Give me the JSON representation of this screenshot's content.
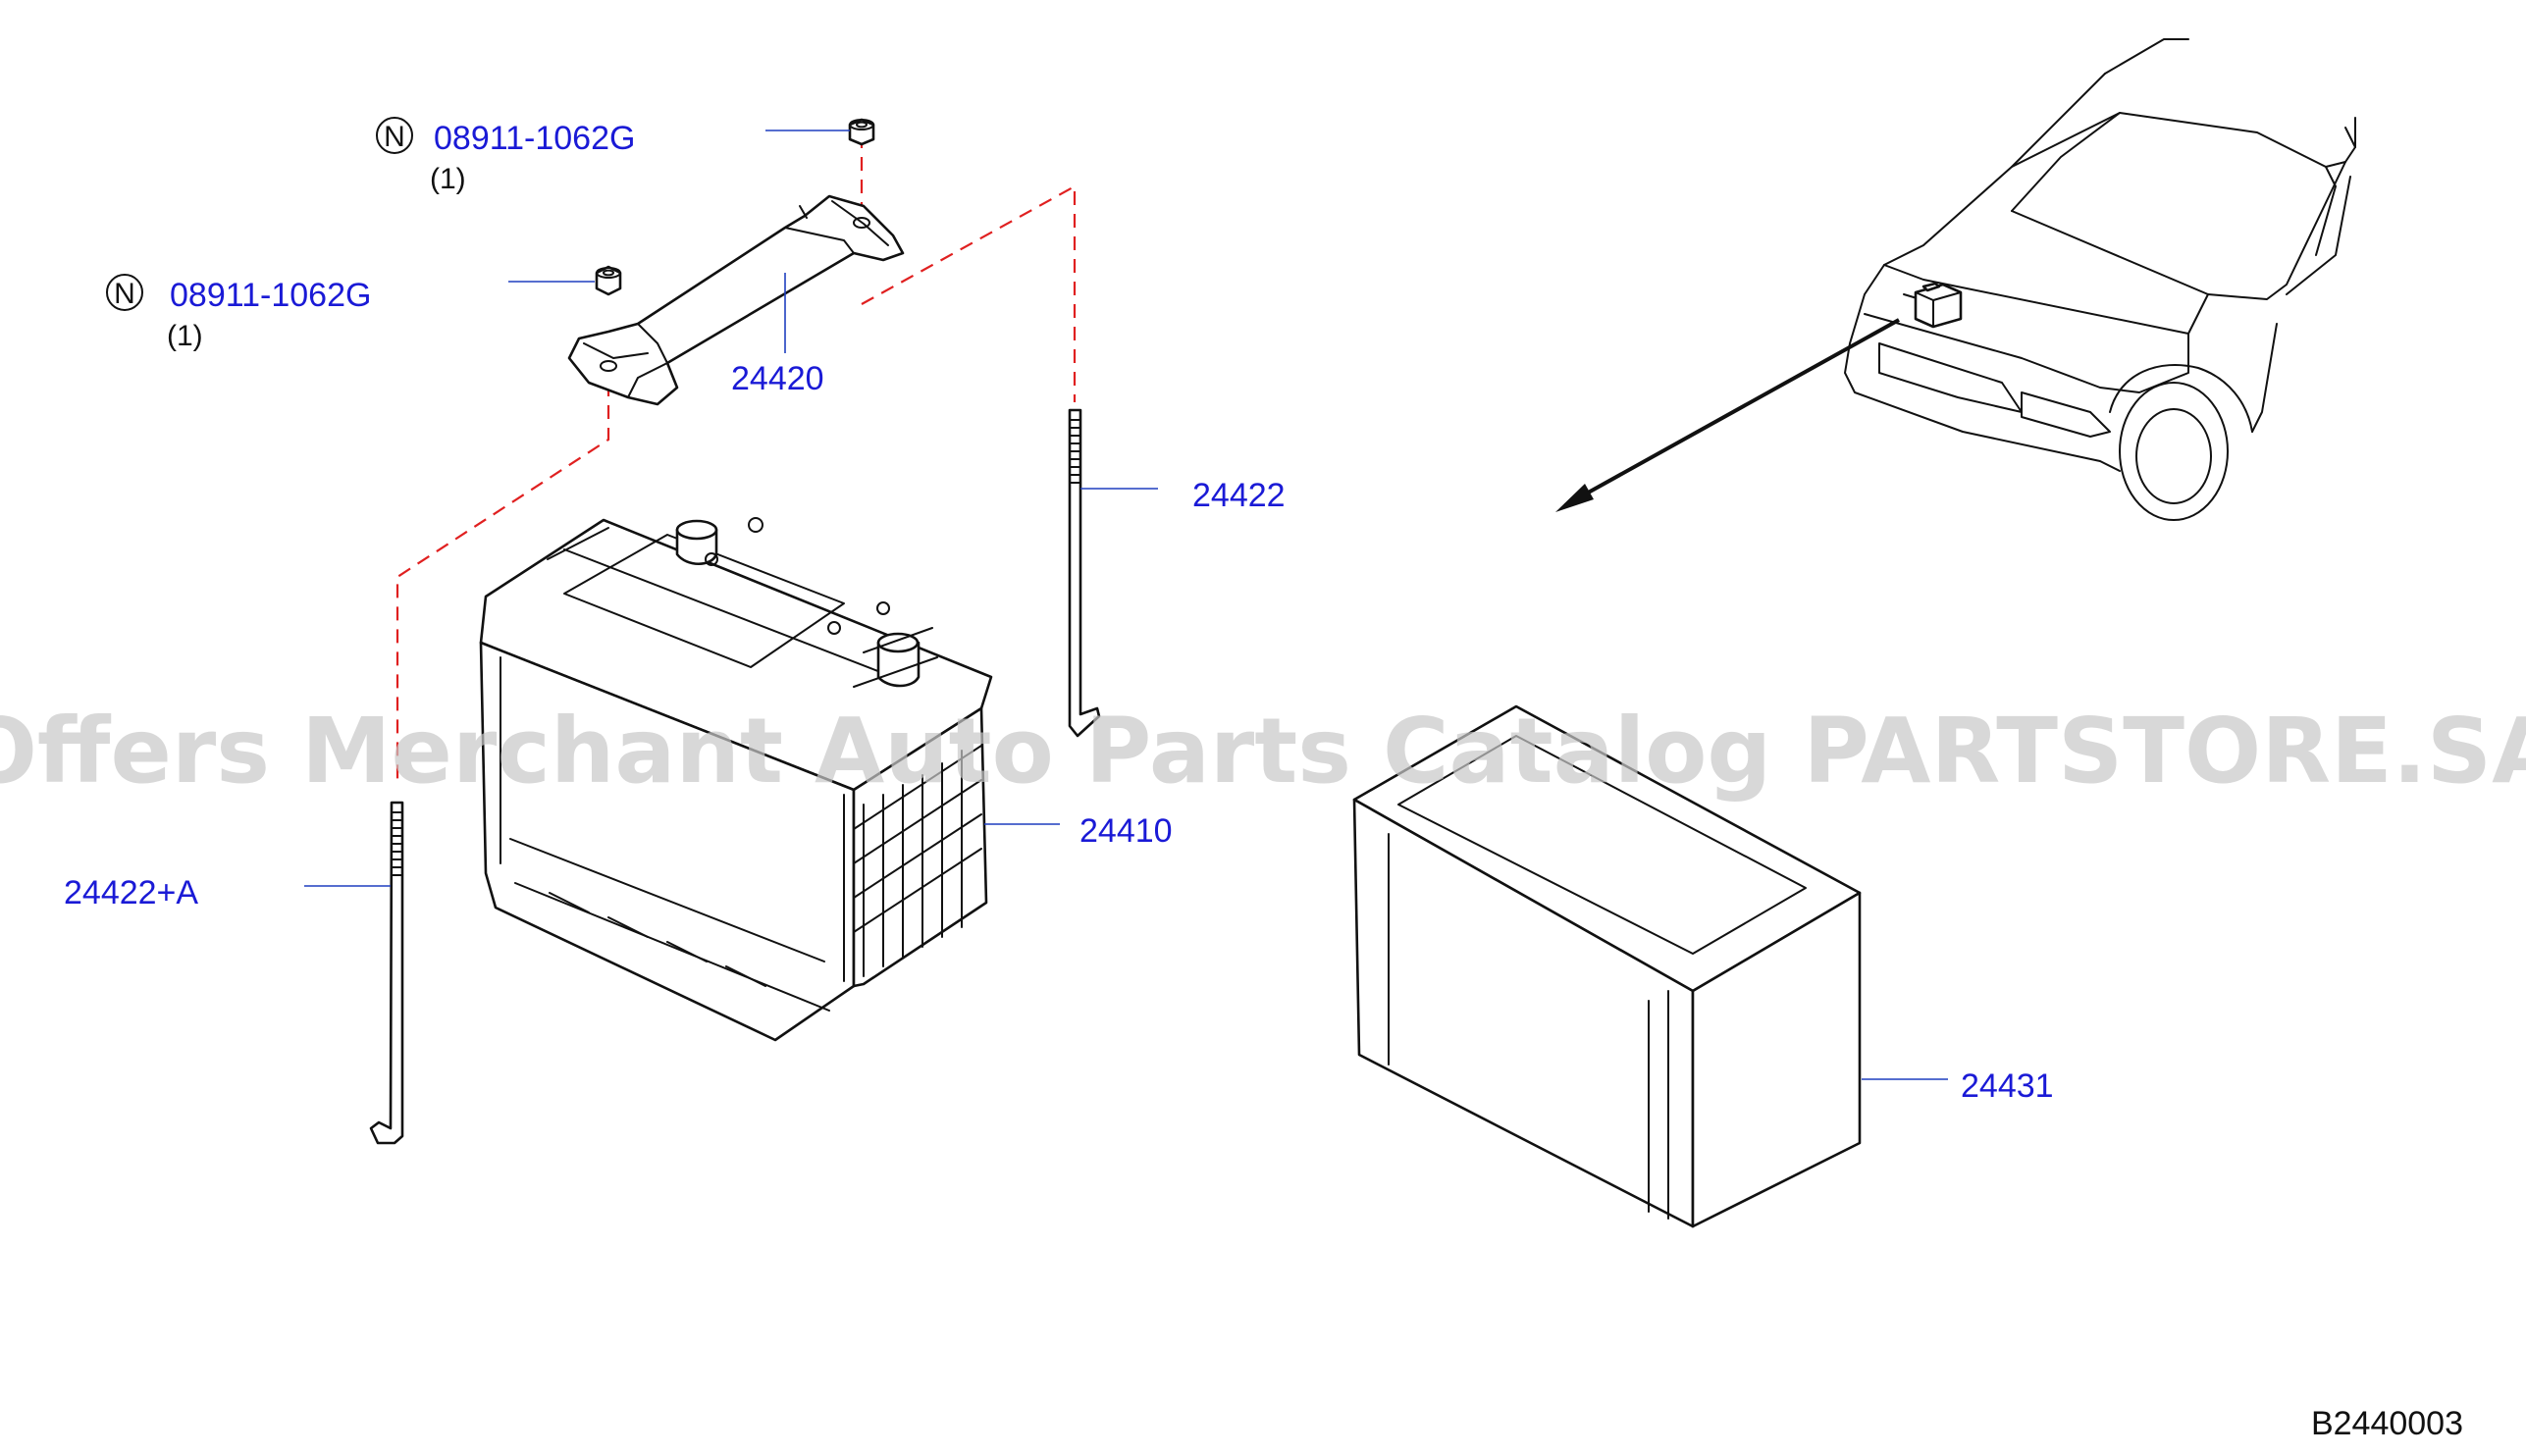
{
  "diagram_code": "B2440003",
  "watermark": "Offers Merchant Auto Parts Catalog PARTSTORE.SA",
  "notes": [
    {
      "marker": "N",
      "part_number": "08911-1062G",
      "quantity": "(1)"
    },
    {
      "marker": "N",
      "part_number": "08911-1062G",
      "quantity": "(1)"
    }
  ],
  "callouts": {
    "frame": "24420",
    "rod_right": "24422",
    "rod_left": "24422+A",
    "battery": "24410",
    "cover": "24431"
  },
  "colors": {
    "callout_text": "#1a1ad6",
    "leader_line": "#1f3fbf",
    "dashed_line": "#e02020"
  }
}
